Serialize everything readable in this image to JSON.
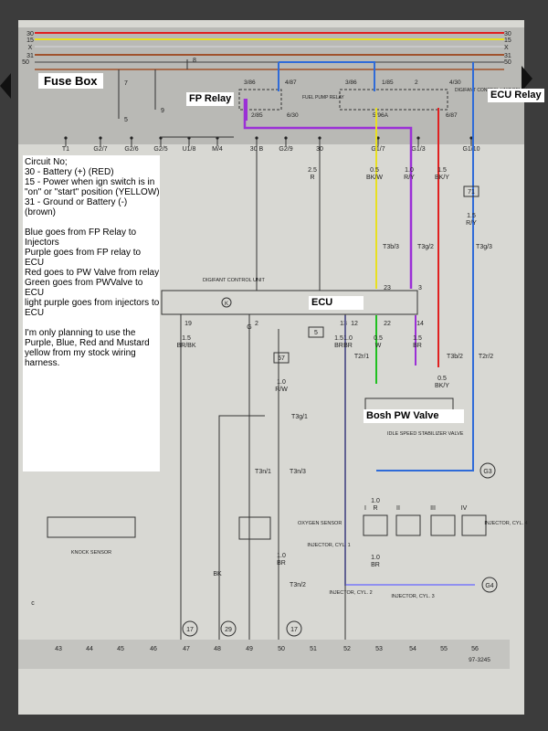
{
  "labels": {
    "fuse_box": "Fuse Box",
    "fp_relay": "FP Relay",
    "ecu_relay": "ECU Relay",
    "ecu": "ECU",
    "pw_valve": "Bosh PW Valve"
  },
  "notes": [
    "Circuit No;",
    "30 - Battery (+) (RED)",
    "15 - Power when ign switch is in \"on\" or \"start\" position (YELLOW)",
    "31 - Ground or Battery (-) (brown)",
    "",
    "Blue goes from FP Relay to Injectors",
    "Purple goes from FP relay to ECU",
    "Red goes to PW Valve from relay",
    "Green goes from PWValve to ECU",
    "light purple goes from injectors to ECU",
    "",
    "I'm only planning to use the Purple, Blue, Red and Mustard yellow from my stock wiring harness."
  ],
  "rail_labels": [
    "30",
    "15",
    "X",
    "31"
  ],
  "rail_colors": [
    "#e02020",
    "#e8e020",
    "#c8c8c8",
    "#a0522d"
  ],
  "fuse_bottom_terminals": [
    "T1",
    "G2/7",
    "G2/6",
    "G2/5",
    "U1/8",
    "M/4",
    "30 B",
    "G2/9",
    "30",
    "G1/7",
    "G1/3",
    "G1/10"
  ],
  "top_terminals": [
    "7",
    "5",
    "9",
    "8",
    "3/86",
    "4/87",
    "3/86",
    "1/85",
    "2",
    "4/30",
    "2/85",
    "6/30",
    "5/96A",
    "6/87",
    "50"
  ],
  "relay_texts": {
    "fp": "FUEL PUMP RELAY",
    "ecu": "DIGIFANT CONTROL UNIT RELAY"
  },
  "ecu_text": "DIGIFANT CONTROL UNIT",
  "ecu_pins": [
    "19",
    "2",
    "13",
    "12",
    "22",
    "14",
    "23",
    "3"
  ],
  "wires_upper": [
    {
      "size": "2.5",
      "color": "R"
    },
    {
      "size": "0.5",
      "color": "BK/W"
    },
    {
      "size": "1.0",
      "color": "R/Y"
    },
    {
      "size": "1.5",
      "color": "BK/Y"
    },
    {
      "size": "1.5",
      "color": "R/Y"
    }
  ],
  "connectors": [
    "T3b/3",
    "T3g/2",
    "T3g/3",
    "T2r/1",
    "T3b/2",
    "T2r/2",
    "T3g/1",
    "T3n/1",
    "T3n/3",
    "T3n/2"
  ],
  "wires_lower": [
    {
      "size": "1.5",
      "color": "BR/BK"
    },
    {
      "size": "",
      "color": "G"
    },
    {
      "size": "1.5",
      "color": "BR"
    },
    {
      "size": "1.0",
      "color": "BR"
    },
    {
      "size": "0.5",
      "color": "W"
    },
    {
      "size": "1.5",
      "color": "BR"
    },
    {
      "size": "0.5",
      "color": "BK/Y"
    },
    {
      "size": "1.0",
      "color": "R/W"
    },
    {
      "size": "1.0",
      "color": "BR"
    },
    {
      "size": "1.0",
      "color": "R"
    },
    {
      "size": "1.0",
      "color": "BR"
    }
  ],
  "component_texts": {
    "knock_sensor": "KNOCK SENSOR",
    "oxygen_sensor": "OXYGEN SENSOR",
    "idle_valve": "IDLE SPEED STABILIZER VALVE",
    "injector_1": "INJECTOR, CYL. 1",
    "injector_2": "INJECTOR, CYL. 2",
    "injector_3": "INJECTOR, CYL. 3",
    "injector_4": "INJECTOR, CYL. 4"
  },
  "injector_roman": [
    "I",
    "II",
    "III",
    "IV"
  ],
  "ground_points": [
    "G3",
    "G4",
    "57",
    "5",
    "71"
  ],
  "bottom_refs": [
    "17",
    "29",
    "17"
  ],
  "bottom_numbers": [
    "43",
    "44",
    "45",
    "46",
    "47",
    "48",
    "49",
    "50",
    "51",
    "52",
    "53",
    "54",
    "55",
    "56"
  ],
  "misc_labels": {
    "bk": "BK",
    "c": "c",
    "k_pin": "K"
  },
  "diagram_code": "97-3245"
}
